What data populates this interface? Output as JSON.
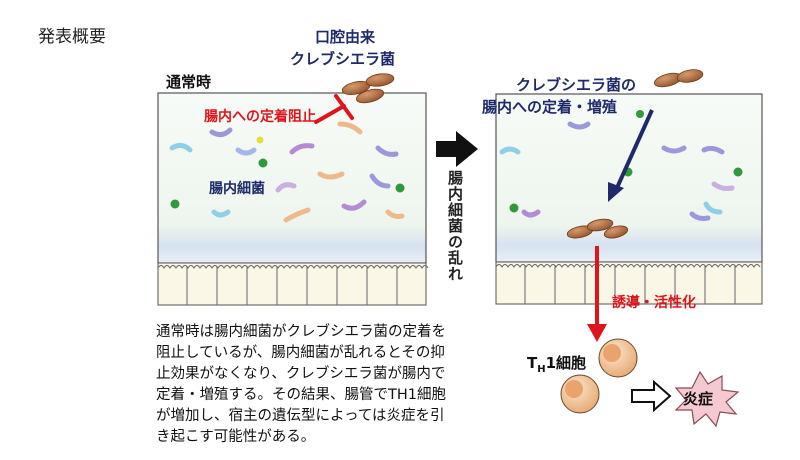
{
  "header": "発表概要",
  "oral_bacteria_label": [
    "口腔由来",
    "クレブシエラ菌"
  ],
  "normal_label": "通常時",
  "block_label": "腸内への定着阻止",
  "gut_bacteria_label": "腸内細菌",
  "colonize_label": [
    "クレブシエラ菌の",
    "腸内への定着・増殖"
  ],
  "dysbiosis_label": "腸内細菌の乱れ",
  "induce_label": "誘導・活性化",
  "th1_label": {
    "main": "T",
    "sub": "H",
    "rest": "1細胞"
  },
  "inflammation_label": "炎症",
  "description": [
    "通常時は腸内細菌がクレブシエラ菌の定着を",
    "阻止しているが、腸内細菌が乱れるとその抑",
    "止効果がなくなり、クレブシエラ菌が腸内で",
    "定着・増殖する。その結果、腸管でTH1細胞",
    "が増加し、宿主の遺伝型によっては炎症を引",
    "き起こす可能性がある。"
  ],
  "colors": {
    "red": "#e0141c",
    "navy": "#1f2a6b",
    "klebsiella": "#b06a3e",
    "cell": "#f0c9a0"
  }
}
